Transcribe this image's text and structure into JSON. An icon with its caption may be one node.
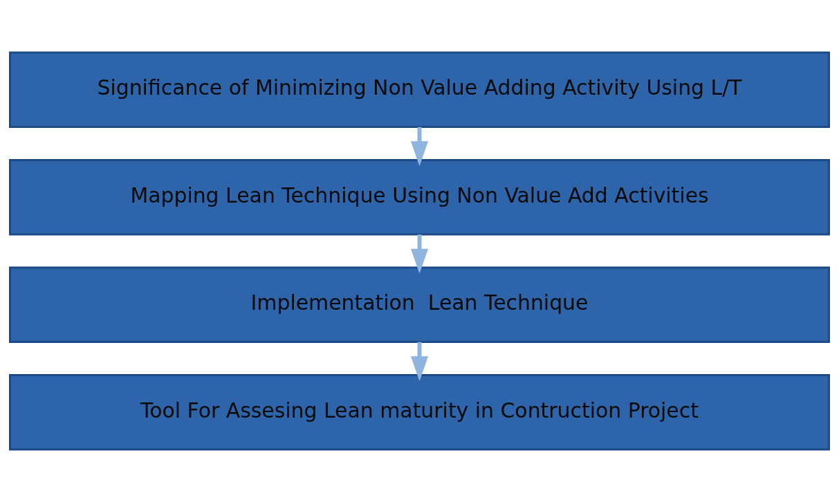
{
  "diagram": {
    "nodes": [
      {
        "text": [
          "Significance of Minimizing Non Value Adding Activity Using L/T"
        ]
      },
      {
        "text": [
          "Mapping Lean Technique Using Non Value Add Activities"
        ]
      },
      {
        "text": [
          "Implementation  Lean Technique"
        ]
      },
      {
        "text": [
          "Tool For Assesing Lean maturity in Contruction Project"
        ]
      }
    ],
    "edges": [
      {
        "from": 0,
        "to": 1,
        "arrow": "to"
      },
      {
        "from": 1,
        "to": 2,
        "arrow": "to"
      },
      {
        "from": 2,
        "to": 3,
        "arrow": "to"
      }
    ]
  }
}
